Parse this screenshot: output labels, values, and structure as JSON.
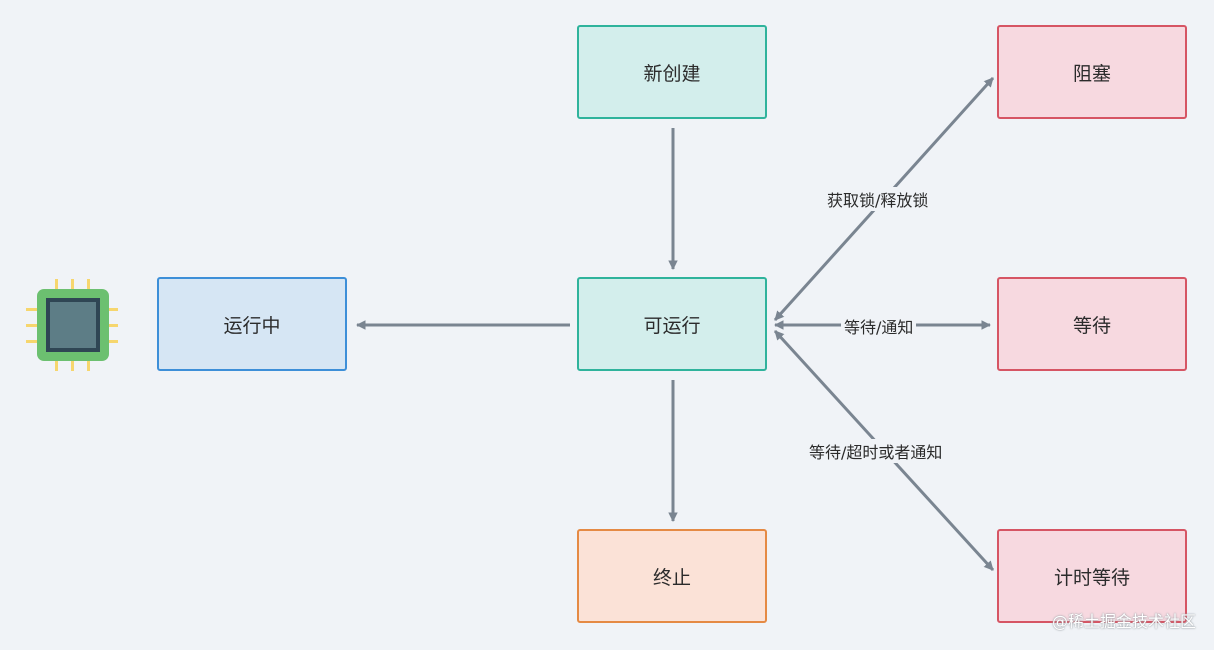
{
  "states": {
    "new": "新创建",
    "runnable": "可运行",
    "running": "运行中",
    "terminated": "终止",
    "blocked": "阻塞",
    "waiting": "等待",
    "timed_waiting": "计时等待"
  },
  "edge_labels": {
    "lock": "获取锁/释放锁",
    "wait_notify": "等待/通知",
    "timed": "等待/超时或者通知"
  },
  "icons": {
    "cpu": "cpu-chip-icon"
  },
  "colors": {
    "arrow": "#7a8591",
    "green_fill": "#d3eeec",
    "green_border": "#2fb39c",
    "blue_fill": "#d6e6f4",
    "blue_border": "#3d8fd8",
    "red_fill": "#f7d9e0",
    "red_border": "#d65564",
    "orange_fill": "#fbe2d7",
    "orange_border": "#e58a44"
  },
  "watermark": "@稀土掘金技术社区"
}
